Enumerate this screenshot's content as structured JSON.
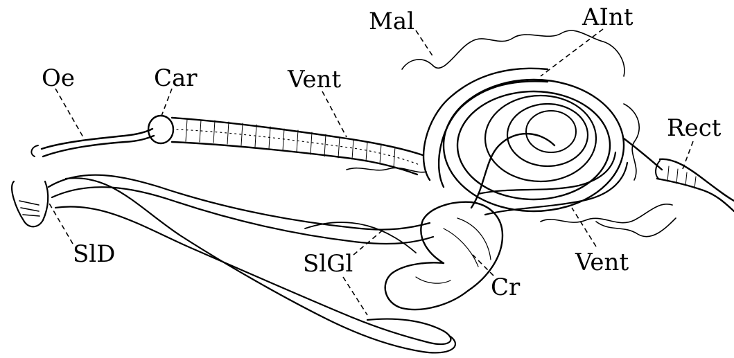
{
  "labels": {
    "mal": "Mal",
    "aint": "AInt",
    "oe": "Oe",
    "car": "Car",
    "vent_top": "Vent",
    "rect": "Rect",
    "sld": "SlD",
    "slgl": "SlGl",
    "vent_bottom": "Vent",
    "cr": "Cr"
  }
}
